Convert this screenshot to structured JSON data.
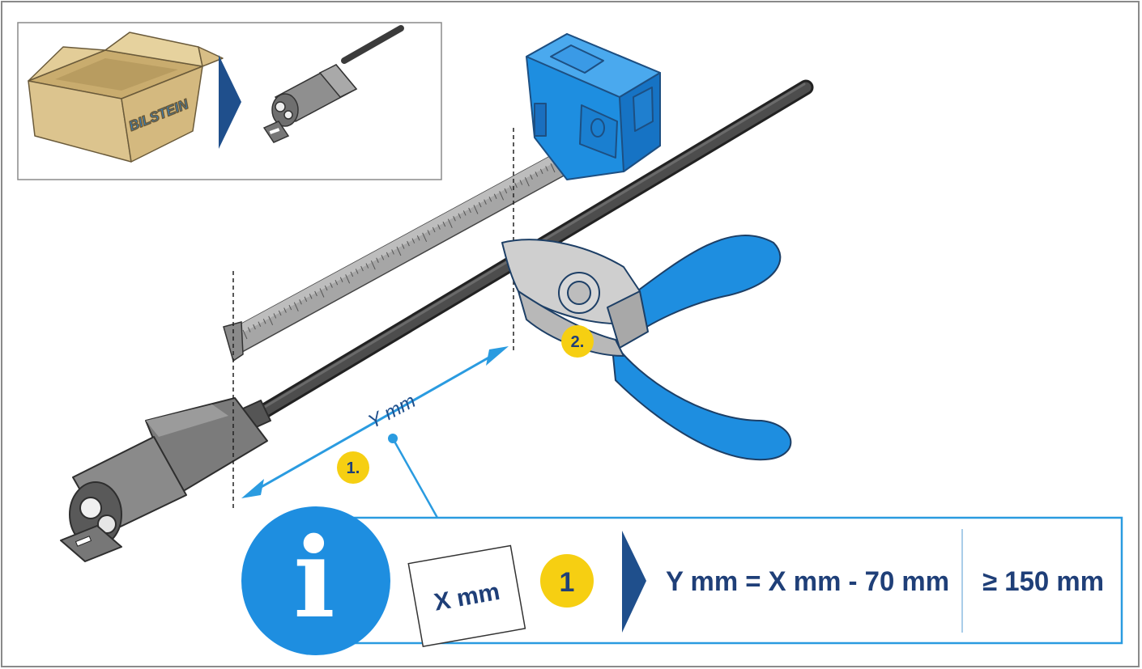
{
  "box": {
    "brand_label": "BILSTEIN"
  },
  "measure": {
    "y_label": "Y mm"
  },
  "steps": {
    "step1": "1.",
    "step2": "2."
  },
  "info": {
    "icon_letter": "i",
    "card_label": "X mm",
    "badge": "1",
    "formula": "Y mm = X mm - 70 mm",
    "minimum": "≥ 150 mm"
  },
  "colors": {
    "accent_blue": "#2a9be0",
    "dark_blue": "#1f4f8c",
    "badge_yellow": "#f6cf12",
    "rod": "#3b3b3b",
    "cardboard": "#d9c089"
  }
}
